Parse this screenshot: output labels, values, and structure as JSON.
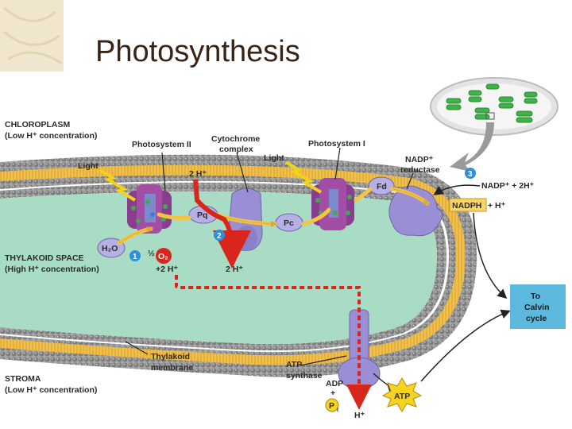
{
  "slide": {
    "title": "Photosynthesis"
  },
  "labels": {
    "chloroplast": "CHLOROPLASM",
    "chloroplast_sub": "(Low H⁺ concentration)",
    "photosystem_ii": "Photosystem II",
    "cytochrome_1": "Cytochrome",
    "cytochrome_2": "complex",
    "photosystem_i": "Photosystem I",
    "light_left": "Light",
    "light_right": "Light",
    "nadp_reductase_1": "NADP⁺",
    "nadp_reductase_2": "reductase",
    "nadp_plus": "NADP⁺ + 2H⁺",
    "nadph": "NADPH",
    "nadph_h": "+ H⁺",
    "two_h_top": "2 H⁺",
    "pq": "Pq",
    "pc": "Pc",
    "fd": "Fd",
    "h2o": "H₂O",
    "half": "½",
    "o2": "O₂",
    "plus_2h": "+2 H⁺",
    "two_h_lumen": "2 H⁺",
    "thylakoid_space_1": "THYLAKOID SPACE",
    "thylakoid_space_2": "(High H⁺ concentration)",
    "calvin_1": "To",
    "calvin_2": "Calvin",
    "calvin_3": "cycle",
    "thylakoid_membrane_1": "Thylakoid",
    "thylakoid_membrane_2": "membrane",
    "stroma_1": "STROMA",
    "stroma_2": "(Low H⁺ concentration)",
    "atp_synthase_1": "ATP",
    "atp_synthase_2": "synthase",
    "adp": "ADP",
    "plus": "+",
    "pi": "P",
    "pi_sub": "i",
    "atp": "ATP",
    "h_bottom": "H⁺",
    "step1": "1",
    "step2": "2",
    "step3": "3"
  },
  "colors": {
    "lumen": "#a9dcc4",
    "membrane": "#e8b73a",
    "lipid_head": "#8a8a8a",
    "protein": "#9a8fd4",
    "photosystem": "#8a3d8e",
    "chlorophyll": "#43a851",
    "proton_arrow": "#d9261c",
    "electron_arrow": "#f5c542",
    "calvin_box": "#5cb8dc",
    "step_badge": "#2f8fd8"
  }
}
